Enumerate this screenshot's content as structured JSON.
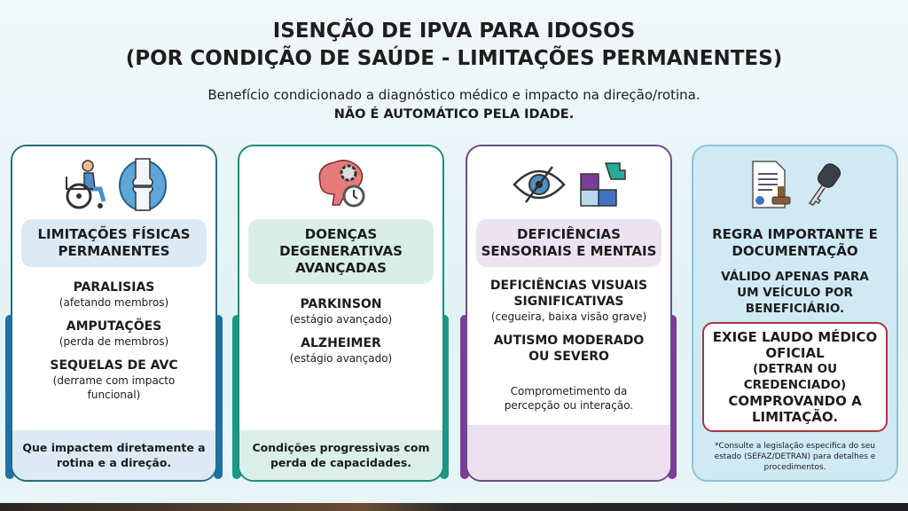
{
  "title": {
    "line1": "ISENÇÃO DE IPVA PARA IDOSOS",
    "line2": "(POR CONDIÇÃO DE SAÚDE - LIMITAÇÕES PERMANENTES)"
  },
  "subtitle": {
    "text": "Benefício condicionado a diagnóstico médico e impacto na direção/rotina.",
    "emphasis": "NÃO É AUTOMÁTICO PELA IDADE."
  },
  "cards": [
    {
      "heading": "LIMITAÇÕES FÍSICAS PERMANENTES",
      "color": "#1f6fa8",
      "icons": [
        "wheelchair-icon",
        "joint-icon"
      ],
      "items": [
        {
          "title": "PARALISIAS",
          "detail": "(afetando membros)"
        },
        {
          "title": "AMPUTAÇÕES",
          "detail": "(perda de membros)"
        },
        {
          "title": "SEQUELAS DE AVC",
          "detail": "(derrame com impacto funcional)"
        }
      ],
      "footer": "Que impactem diretamente a rotina e a direção."
    },
    {
      "heading": "DOENÇAS DEGENERATIVAS AVANÇADAS",
      "color": "#1a9a86",
      "icons": [
        "brain-gear-clock-icon"
      ],
      "items": [
        {
          "title": "PARKINSON",
          "detail": "(estágio avançado)"
        },
        {
          "title": "ALZHEIMER",
          "detail": "(estágio avançado)"
        }
      ],
      "footer": "Condições progressivas com perda de capacidades."
    },
    {
      "heading": "DEFICIÊNCIAS SENSORIAIS E MENTAIS",
      "color": "#7a3e96",
      "icons": [
        "crossed-eye-icon",
        "puzzle-head-icon"
      ],
      "items": [
        {
          "title": "DEFICIÊNCIAS VISUAIS SIGNIFICATIVAS",
          "detail": "(cegueira, baixa visão grave)"
        },
        {
          "title": "AUTISMO MODERADO OU SEVERO",
          "detail": ""
        }
      ],
      "note": "Comprometimento da percepção ou interação."
    },
    {
      "heading": "REGRA IMPORTANTE E DOCUMENTAÇÃO",
      "icons": [
        "document-stamp-icon",
        "car-key-icon"
      ],
      "valid": "VÁLIDO APENAS PARA UM VEÍCULO POR BENEFICIÁRIO.",
      "law": {
        "l1": "EXIGE LAUDO MÉDICO OFICIAL",
        "l2": "(DETRAN OU CREDENCIADO)",
        "l3": "COMPROVANDO A LIMITAÇÃO."
      },
      "footnote": "*Consulte a legislação especifica do seu estado (SEFAZ/DETRAN) para detalhes e procedimentos."
    }
  ]
}
